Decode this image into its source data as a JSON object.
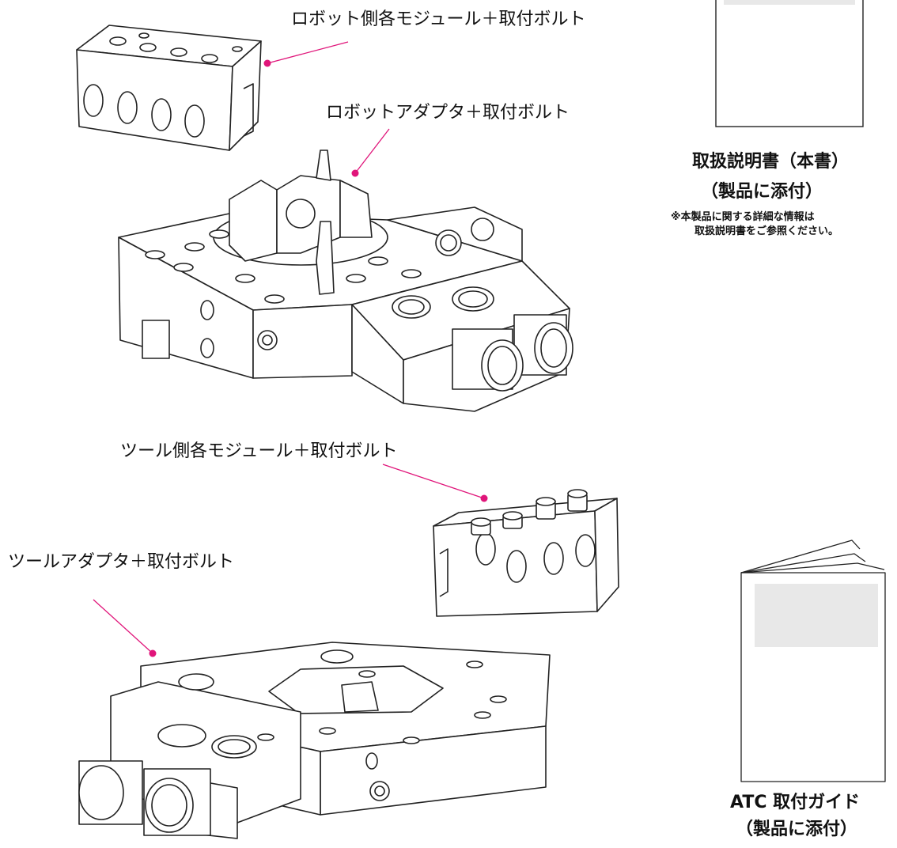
{
  "labels": {
    "robot_module": "ロボット側各モジュール＋取付ボルト",
    "robot_adapter": "ロボットアダプタ＋取付ボルト",
    "tool_module": "ツール側各モジュール＋取付ボルト",
    "tool_adapter": "ツールアダプタ＋取付ボルト"
  },
  "manual": {
    "title_line1": "取扱説明書（本書）",
    "title_line2": "（製品に添付）",
    "note_line1": "※本製品に関する詳細な情報は",
    "note_line2": "取扱説明書をご参照ください。"
  },
  "guide": {
    "title_line1": "ATC 取付ガイド",
    "title_line2": "（製品に添付）"
  },
  "colors": {
    "leader": "#e0157a",
    "outline": "#222222",
    "page_fill": "#e8e8e8"
  }
}
